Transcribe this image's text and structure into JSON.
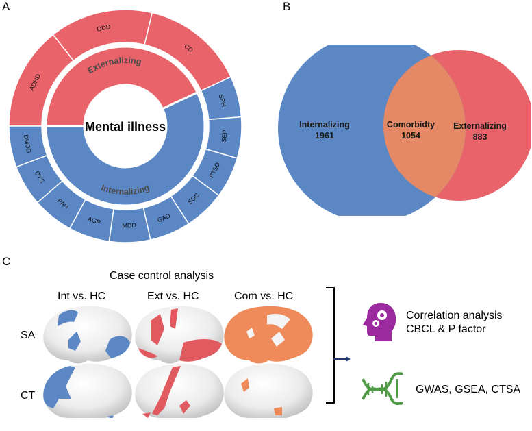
{
  "panels": {
    "a": "A",
    "b": "B",
    "c": "C"
  },
  "sunburst": {
    "center": "Mental illness",
    "groups": [
      {
        "label": "Externalizing",
        "color": "#e8646a"
      },
      {
        "label": "Internalizing",
        "color": "#5b87c5"
      }
    ],
    "externalizing_items": [
      "ADHD",
      "ODD",
      "CD"
    ],
    "internalizing_items": [
      "SPH",
      "SEP",
      "PTSD",
      "SOC",
      "GAD",
      "MDD",
      "AGP",
      "PAN",
      "DYS",
      "DMDD"
    ]
  },
  "venn": {
    "left": {
      "label": "Internalizing",
      "value": "1961",
      "color": "#5b87c5"
    },
    "middle": {
      "label": "Comorbidty",
      "value": "1054",
      "color": "#e58865"
    },
    "right": {
      "label": "Externalizing",
      "value": "883",
      "color": "#e8646a"
    }
  },
  "case_control": {
    "title": "Case control analysis",
    "columns": [
      "Int vs. HC",
      "Ext vs. HC",
      "Com vs. HC"
    ],
    "rows": [
      "SA",
      "CT"
    ]
  },
  "outcomes": {
    "correlation": {
      "line1": "Correlation analysis",
      "line2": "CBCL & P factor",
      "icon": "head-gears-icon",
      "color": "#9b2b9e"
    },
    "genetics": {
      "line1": "GWAS,  GSEA,  CTSA",
      "icon": "dna-icon",
      "color": "#4f9a45"
    }
  },
  "brain_colors": {
    "int": "#5b87c5",
    "ext": "#e05a60",
    "com": "#ef8a5a"
  }
}
